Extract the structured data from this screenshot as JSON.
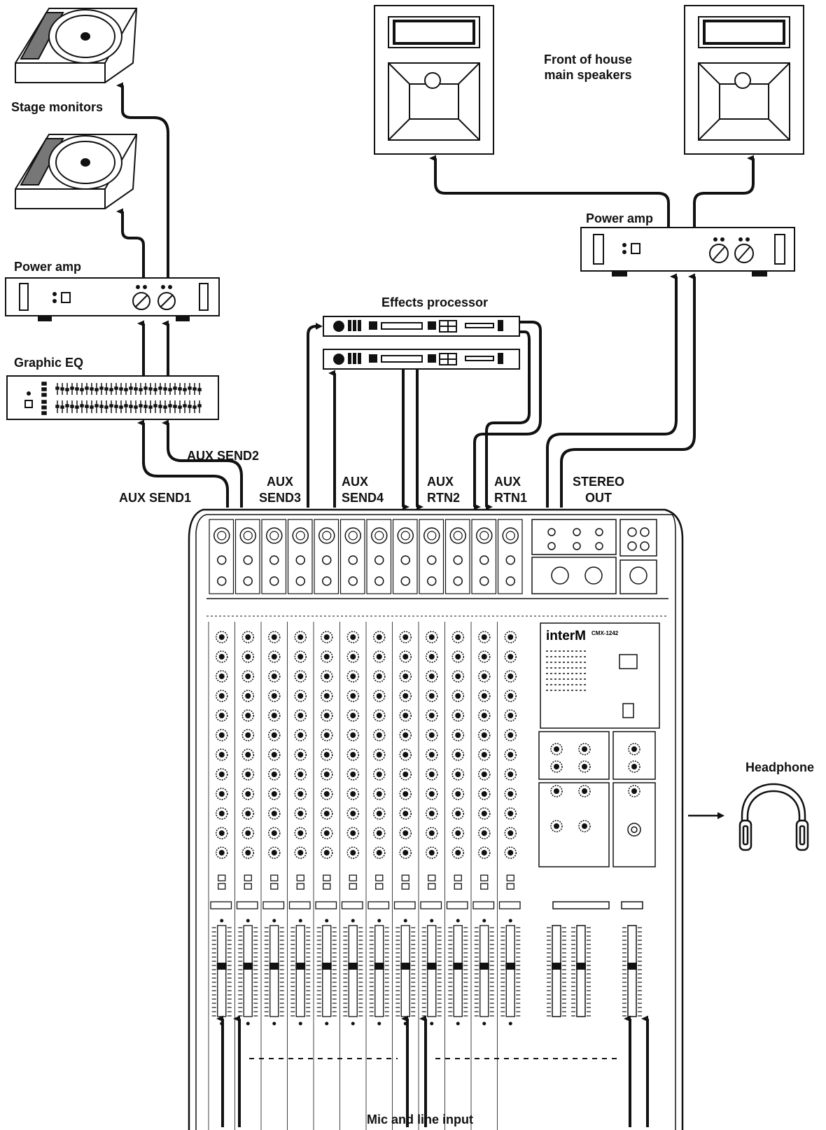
{
  "labels": {
    "stage_monitors": "Stage monitors",
    "front_of_house": "Front of house",
    "main_speakers": "main speakers",
    "power_amp_left": "Power amp",
    "power_amp_right": "Power amp",
    "graphic_eq": "Graphic EQ",
    "effects_processor": "Effects processor",
    "aux_send1": "AUX SEND1",
    "aux_send2": "AUX SEND2",
    "aux_send3_l1": "AUX",
    "aux_send3_l2": "SEND3",
    "aux_send4_l1": "AUX",
    "aux_send4_l2": "SEND4",
    "aux_rtn2_l1": "AUX",
    "aux_rtn2_l2": "RTN2",
    "aux_rtn1_l1": "AUX",
    "aux_rtn1_l2": "RTN1",
    "stereo_out_l1": "STEREO",
    "stereo_out_l2": "OUT",
    "headphone": "Headphone",
    "mic_line_input": "Mic and line input"
  },
  "mixer": {
    "brand": "interM",
    "model": "CMX-1242",
    "channel_count": 12
  },
  "icons": {
    "stage_monitor": "stage-monitor-icon",
    "main_speaker": "main-speaker-icon",
    "power_amp": "power-amp-icon",
    "graphic_eq": "graphic-eq-icon",
    "effects_processor": "effects-processor-icon",
    "mixer": "mixer-console-icon",
    "headphone": "headphone-icon"
  }
}
